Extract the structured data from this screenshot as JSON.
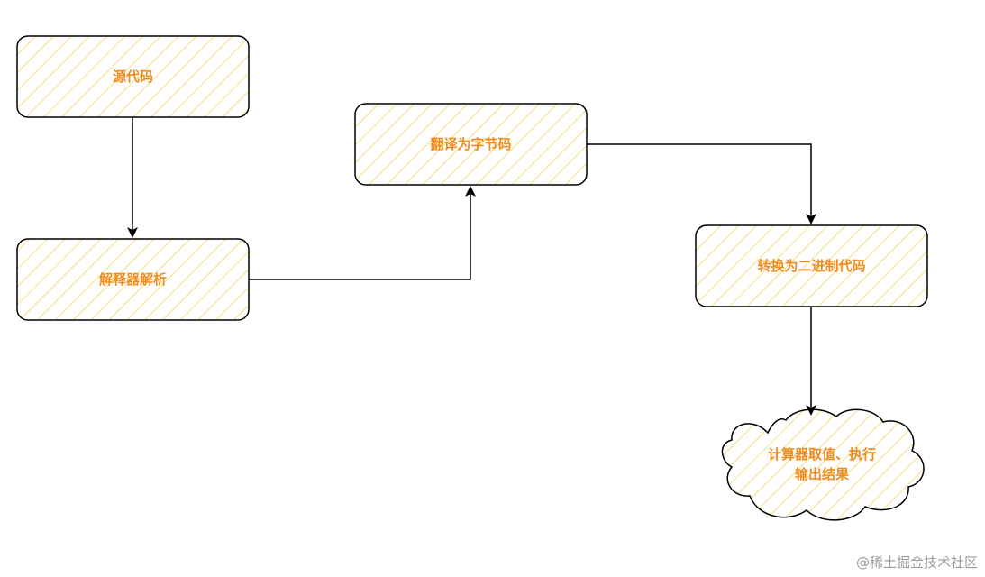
{
  "diagram": {
    "nodes": [
      {
        "id": "source",
        "label": "源代码"
      },
      {
        "id": "interpreter",
        "label": "解释器解析"
      },
      {
        "id": "bytecode",
        "label": "翻译为字节码"
      },
      {
        "id": "binary",
        "label": "转换为二进制代码"
      },
      {
        "id": "execute",
        "label_line1": "计算器取值、执行",
        "label_line2": "输出结果"
      }
    ],
    "edges": [
      {
        "from": "source",
        "to": "interpreter"
      },
      {
        "from": "interpreter",
        "to": "bytecode"
      },
      {
        "from": "bytecode",
        "to": "binary"
      },
      {
        "from": "binary",
        "to": "execute"
      }
    ],
    "colors": {
      "fill_hatch": "#f8dc82",
      "stroke": "#000000",
      "label": "#f08c1c"
    }
  },
  "watermark": "@稀土掘金技术社区"
}
